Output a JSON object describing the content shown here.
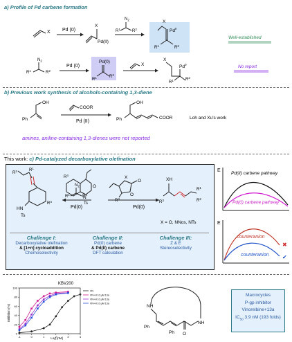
{
  "section_a": {
    "title": "a) Profile of Pd carbene formation",
    "row1_reagent": "Pd (0)",
    "row1_product1": "Pd(II)",
    "row1_product2": "Pd",
    "row1_product2_ox": "II",
    "row1_note": "Well-established",
    "row2_reagent": "Pd (0)",
    "row2_intermediate": "Pd(0)",
    "row2_product": "Pd",
    "row2_product_ox": "0",
    "row2_note": "No report",
    "x_label": "X",
    "n2_label": "N",
    "n2_sub": "2",
    "r1": "R",
    "r1_sup": "1",
    "r2": "R",
    "r2_sup": "2"
  },
  "section_b": {
    "title": "b) Previous work synthesis of alcohols-containing 1,3-diene",
    "oh": "OH",
    "ph": "Ph",
    "ester": "COOR",
    "reagent": "Pd (II)",
    "credit": "Loh and Xu's work",
    "note": "amines, aniline-containing 1,3-dienes were not reported"
  },
  "section_c": {
    "title_prefix": "This work: ",
    "title": "c) Pd-catalyzed decarboxylative olefination",
    "reagent_left": "Pd(0)",
    "reagent_right": "Pd(0)",
    "x_equals": "X = O, NNos, NTs",
    "hn": "HN",
    "ts": "Ts",
    "n_ts": "N",
    "xh": "XH",
    "r4": "R",
    "r4_sup": "4",
    "r3": "R",
    "r3_sup": "3",
    "o_atom": "O",
    "challenges": [
      {
        "head": "Challenge I:",
        "l1": "Decarboxylative olefination",
        "l2": "& [1+n] cycloaddition",
        "l3": "Chemoselectivity"
      },
      {
        "head": "Challenge II:",
        "l1": "Pd(0) carbene",
        "l2": "& Pd(II) carbene",
        "l3": "DFT calculation"
      },
      {
        "head": "Challenge III:",
        "l1": "Z & E",
        "l2": "Stereoselectivity",
        "l3": ""
      }
    ]
  },
  "energy_top": {
    "axis": "E",
    "label1": "Pd(II) carbene pathway",
    "label2": "Pd(0) carbene  pathway"
  },
  "energy_bottom": {
    "axis": "E",
    "label1": "counteranion",
    "label2": "counteranion",
    "mark1": "✖",
    "mark2": "✔"
  },
  "inset_chart": {
    "title": "KBV200",
    "ylabel": "Inhibition (%)",
    "xlabel": "Log [nM]",
    "y_ticks": [
      "100",
      "80",
      "60",
      "40",
      "20",
      "0"
    ],
    "x_ticks": [
      "-1",
      "0",
      "1",
      "2",
      "3",
      "4"
    ],
    "legend": [
      "VN",
      "VN+H 10 μM 13a",
      "VN+H 10 μM 13a",
      "VN+H 10 μM 13a"
    ]
  },
  "chart_data": {
    "type": "scatter",
    "title": "KBV200",
    "xlabel": "Log [nM]",
    "ylabel": "Inhibition (%)",
    "xlim": [
      -1,
      4
    ],
    "ylim": [
      0,
      100
    ],
    "series": [
      {
        "name": "VN",
        "color": "#222222",
        "x": [
          -1,
          0,
          1,
          1.5,
          2,
          2.5,
          3,
          3.5,
          4
        ],
        "y": [
          2,
          5,
          12,
          20,
          38,
          58,
          72,
          82,
          86
        ]
      },
      {
        "name": "VN+H 10 μM 13a",
        "color": "#d21a8f",
        "x": [
          -1,
          -0.5,
          0,
          0.5,
          1,
          1.5,
          2,
          3
        ],
        "y": [
          15,
          30,
          55,
          72,
          82,
          88,
          90,
          92
        ]
      },
      {
        "name": "VN+H 10 μM 13a",
        "color": "#9a2fd0",
        "x": [
          -1,
          -0.5,
          0,
          0.5,
          1,
          1.5,
          2,
          3
        ],
        "y": [
          10,
          22,
          42,
          62,
          75,
          83,
          88,
          90
        ]
      },
      {
        "name": "VN+H 10 μM 13a",
        "color": "#2a50d8",
        "x": [
          -1,
          -0.5,
          0,
          0.5,
          1,
          1.5,
          2,
          3
        ],
        "y": [
          8,
          18,
          35,
          55,
          70,
          80,
          86,
          89
        ]
      }
    ]
  },
  "macrocycle": {
    "nh_top": "NH",
    "nh_bottom": "NH",
    "o_atom": "O",
    "ph_left": "Ph",
    "ph_right": "Ph"
  },
  "info_box": {
    "l1": "Macrocycles",
    "l2": "P-gp inhibitor",
    "l3": "Vinorelbine+13a",
    "l4_pre": "IC",
    "l4_sub": "50",
    "l4_post": " 3.9 nM (193 folds)"
  }
}
